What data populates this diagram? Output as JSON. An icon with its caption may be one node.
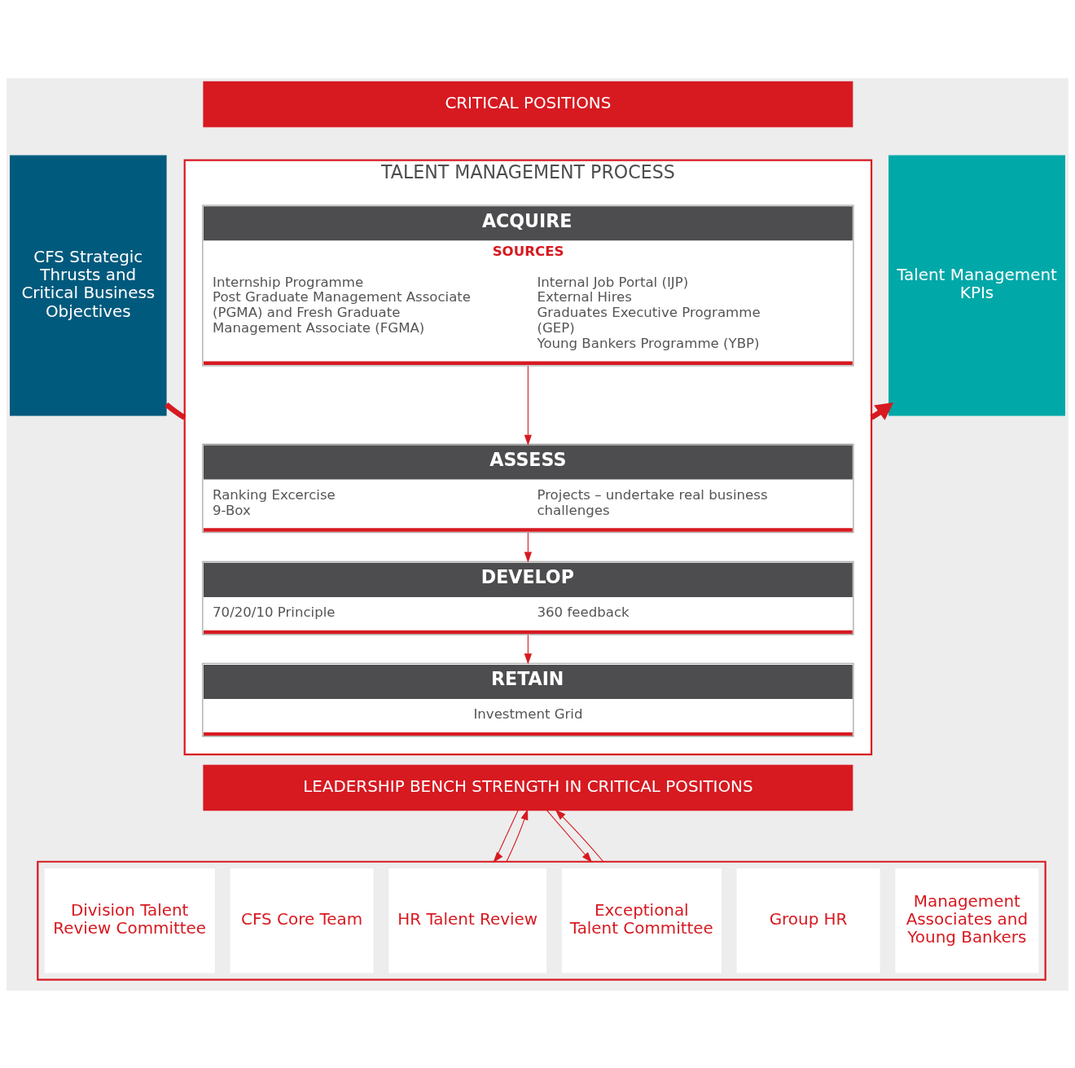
{
  "diagram": {
    "nodes": [
      {
        "text": [
          "CFS Strategic Thrusts and Critical Business Objectives"
        ]
      },
      {
        "text": [
          "CRITICAL POSITIONS"
        ]
      },
      {
        "text": [
          "TALENT MANAGEMENT PROCESS"
        ]
      },
      {
        "text": [
          "ACQUIRE",
          "SOURCES",
          "Internship Programme",
          "Post Graduate Management Associate (PGMA) and Fresh Graduate Management Associate (FGMA)",
          "Internal Job Portal (IJP)",
          "External Hires",
          "Graduates Executive Programme (GEP)",
          "Young Bankers Programme (YBP)"
        ],
        "in": 2
      },
      {
        "text": [
          "ASSESS",
          "Ranking Excercise",
          "9-Box",
          "Projects – undertake real business challenges"
        ],
        "in": 2
      },
      {
        "text": [
          "DEVELOP",
          "70/20/10 Principle",
          "360 feedback"
        ],
        "in": 2
      },
      {
        "text": [
          "RETAIN",
          "Investment Grid"
        ],
        "in": 2
      },
      {
        "text": [
          "LEADERSHIP BENCH STRENGTH IN CRITICAL POSITIONS"
        ]
      },
      {
        "text": [
          "Talent Management KPIs"
        ]
      },
      {
        "text": [],
        "shape": "box"
      },
      {
        "text": [
          "Division Talent Review Committee"
        ],
        "in": 9
      },
      {
        "text": [
          "CFS Core Team"
        ],
        "in": 9
      },
      {
        "text": [
          "HR Talent Review"
        ],
        "in": 9
      },
      {
        "text": [
          "Exceptional Talent Committee"
        ],
        "in": 9
      },
      {
        "text": [
          "Group HR"
        ],
        "in": 9
      },
      {
        "text": [
          "Management Associates and Young Bankers"
        ],
        "in": 9
      }
    ],
    "edges": [
      {
        "from": 0,
        "to": 2,
        "arrow": "none",
        "style": "thick"
      },
      {
        "from": 2,
        "to": 8,
        "arrow": "to",
        "style": "thick"
      },
      {
        "from": 3,
        "to": 4,
        "arrow": "to"
      },
      {
        "from": 4,
        "to": 5,
        "arrow": "to"
      },
      {
        "from": 5,
        "to": 6,
        "arrow": "to"
      },
      {
        "from": 7,
        "to": 9,
        "arrow": "to"
      },
      {
        "from": 9,
        "to": 7,
        "arrow": "to"
      },
      {
        "from": 7,
        "to": 9,
        "arrow": "to"
      },
      {
        "from": 9,
        "to": 7,
        "arrow": "to"
      }
    ]
  }
}
